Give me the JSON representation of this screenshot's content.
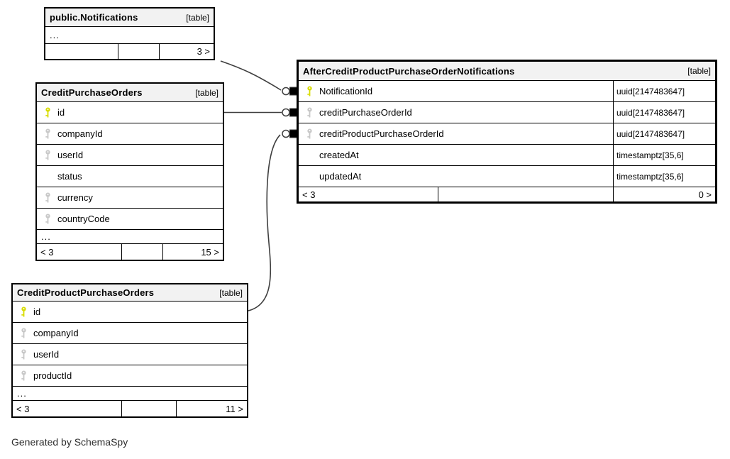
{
  "diagram": {
    "note": "Generated by SchemaSpy",
    "colors": {
      "pk_key": "#d8dc00",
      "fk_key": "#c8c8c8",
      "header_bg": "#f2f2f2",
      "wire": "#3f3f3f"
    },
    "tables": [
      {
        "name": "public.Notifications",
        "tag": "[table]",
        "rows": [
          {
            "name": "...",
            "key": "none"
          }
        ],
        "footer": {
          "left": "",
          "mid": "",
          "right": "3 >"
        }
      },
      {
        "name": "CreditPurchaseOrders",
        "tag": "[table]",
        "rows": [
          {
            "name": "id",
            "key": "pk"
          },
          {
            "name": "companyId",
            "key": "fk"
          },
          {
            "name": "userId",
            "key": "fk"
          },
          {
            "name": "status",
            "key": "none"
          },
          {
            "name": "currency",
            "key": "fk"
          },
          {
            "name": "countryCode",
            "key": "fk"
          },
          {
            "name": "...",
            "key": "none"
          }
        ],
        "footer": {
          "left": "< 3",
          "mid": "",
          "right": "15 >"
        }
      },
      {
        "name": "CreditProductPurchaseOrders",
        "tag": "[table]",
        "rows": [
          {
            "name": "id",
            "key": "pk"
          },
          {
            "name": "companyId",
            "key": "fk"
          },
          {
            "name": "userId",
            "key": "fk"
          },
          {
            "name": "productId",
            "key": "fk"
          },
          {
            "name": "...",
            "key": "none"
          }
        ],
        "footer": {
          "left": "< 3",
          "mid": "",
          "right": "11 >"
        }
      },
      {
        "name": "AfterCreditProductPurchaseOrderNotifications",
        "tag": "[table]",
        "rows": [
          {
            "name": "NotificationId",
            "key": "pk",
            "type": "uuid[2147483647]"
          },
          {
            "name": "creditPurchaseOrderId",
            "key": "fk",
            "type": "uuid[2147483647]"
          },
          {
            "name": "creditProductPurchaseOrderId",
            "key": "fk",
            "type": "uuid[2147483647]"
          },
          {
            "name": "createdAt",
            "key": "none",
            "type": "timestamptz[35,6]"
          },
          {
            "name": "updatedAt",
            "key": "none",
            "type": "timestamptz[35,6]"
          }
        ],
        "footer": {
          "left": "< 3",
          "mid": "",
          "right": "0 >"
        }
      }
    ]
  }
}
